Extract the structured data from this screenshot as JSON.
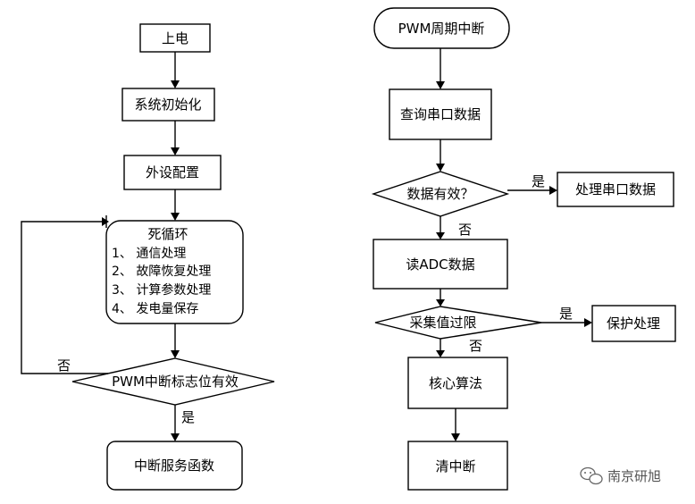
{
  "left_flow": {
    "power_on": "上电",
    "system_init": "系统初始化",
    "peripheral_config": "外设配置",
    "main_loop": {
      "title": "死循环",
      "items": [
        "1、 通信处理",
        "2、 故障恢复处理",
        "3、 计算参数处理",
        "4、 发电量保存"
      ]
    },
    "decision_pwm_flag": "PWM中断标志位有效",
    "label_no": "否",
    "label_yes": "是",
    "interrupt_service": "中断服务函数"
  },
  "right_flow": {
    "pwm_period_interrupt": "PWM周期中断",
    "query_serial": "查询串口数据",
    "decision_data_valid": "数据有效？",
    "label_yes_1": "是",
    "process_serial": "处理串口数据",
    "label_no_1": "否",
    "read_adc": "读ADC数据",
    "decision_over_limit": "采集值过限",
    "label_yes_2": "是",
    "protect": "保护处理",
    "label_no_2": "否",
    "core_algorithm": "核心算法",
    "clear_interrupt": "清中断"
  },
  "watermark": {
    "icon": "wechat-icon",
    "text": "南京研旭"
  }
}
